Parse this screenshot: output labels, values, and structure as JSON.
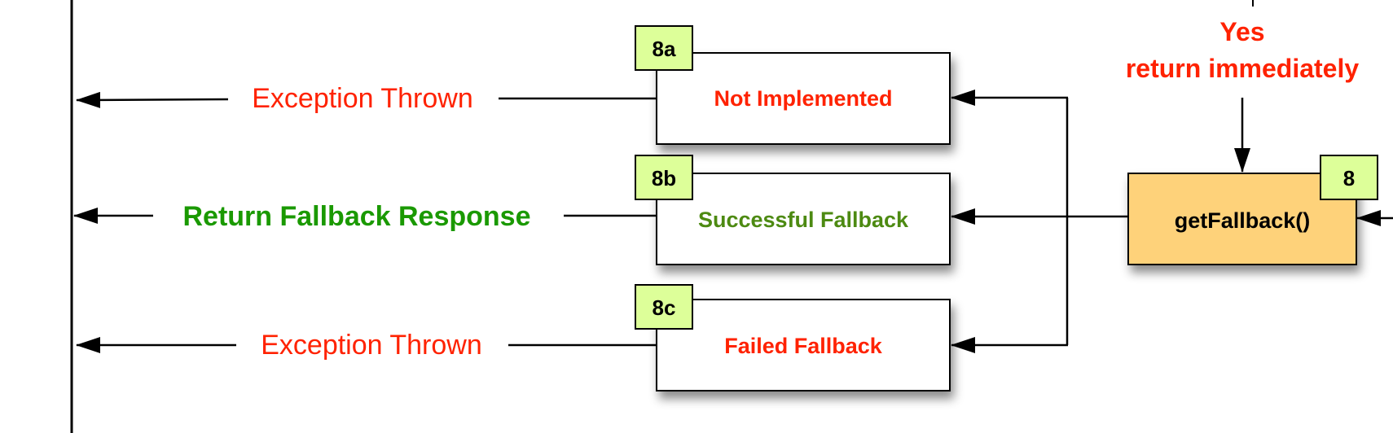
{
  "labels": {
    "left_top": "Exception Thrown",
    "left_middle": "Return Fallback Response",
    "left_bottom": "Exception Thrown"
  },
  "boxes": {
    "not_implemented": {
      "tag": "8a",
      "text": "Not Implemented"
    },
    "successful_fallback": {
      "tag": "8b",
      "text": "Successful Fallback"
    },
    "failed_fallback": {
      "tag": "8c",
      "text": "Failed Fallback"
    },
    "get_fallback": {
      "tag": "8",
      "text": "getFallback()"
    }
  },
  "top_note": {
    "line1": "Yes",
    "line2": "return immediately"
  },
  "colors": {
    "red": "#ff2200",
    "green_label": "#1a9900",
    "green_box_text": "#4d8a12",
    "tag_fill": "#ddff99",
    "orange_fill": "#fed27a",
    "line": "#000000"
  }
}
